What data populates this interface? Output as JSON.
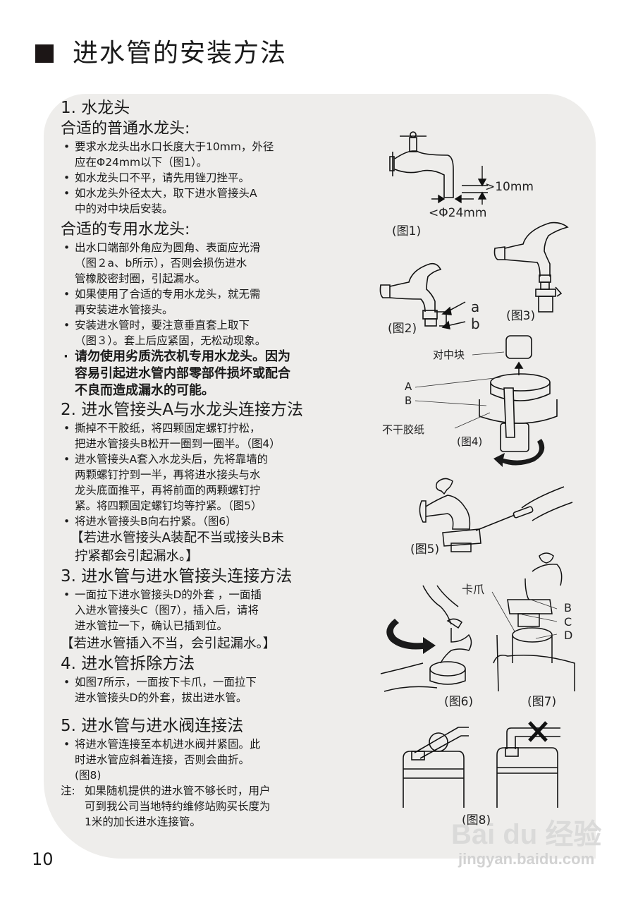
{
  "page": {
    "title": "进水管的安装方法",
    "page_number": "10"
  },
  "section1": {
    "heading": "1. 水龙头",
    "ordinary": {
      "heading": "合适的普通水龙头:",
      "bullets": [
        [
          "要求水龙头出水口长度大于10mm，外径",
          "应在Φ24mm以下（图1）。"
        ],
        [
          "如水龙头口不平，请先用锉刀挫平。"
        ],
        [
          "如水龙头外径太大，取下进水管接头A",
          "中的对中块后安装。"
        ]
      ]
    },
    "special": {
      "heading": "合适的专用水龙头:",
      "bullets": [
        [
          "出水口端部外角应为圆角、表面应光滑",
          "（图２a、b所示），否则会损伤进水",
          "管橡胶密封圈，引起漏水。"
        ],
        [
          "如果使用了合适的专用水龙头，就无需",
          "再安装进水管接头。"
        ],
        [
          "安装进水管时，要注意垂直套上取下",
          "（图３）。套上后应紧固，无松动现象。"
        ]
      ],
      "warning_bold": [
        "请勿使用劣质洗衣机专用水龙头。因为",
        "容易引起进水管内部零部件损坏或配合",
        "不良而造成漏水的可能。"
      ]
    }
  },
  "section2": {
    "heading": "2. 进水管接头A与水龙头连接方法",
    "bullets": [
      [
        "撕掉不干胶纸，将四颗固定螺钉拧松，",
        "把进水管接头B松开一圈到一圈半。（图4）"
      ],
      [
        "进水管接头A套入水龙头后，先将靠墙的",
        "两颗螺钉拧到一半，再将进水接头与水",
        "龙头底面推平，再将前面的两颗螺钉拧",
        "紧。将四颗固定螺钉均等拧紧。（图5）"
      ],
      [
        "将进水管接头B向右拧紧。（图6）"
      ]
    ],
    "warning": [
      "【若进水管接头A装配不当或接头B未",
      "拧紧都会引起漏水。】"
    ]
  },
  "section3": {
    "heading": "3. 进水管与进水管接头连接方法",
    "bullets": [
      [
        "一面拉下进水管接头D的外套 ，一面插",
        "入进水管接头C（图7），插入后，请将",
        "进水管拉一下，确认已插到位。"
      ]
    ],
    "warning": "【若进水管插入不当，会引起漏水。】"
  },
  "section4": {
    "heading": "4. 进水管拆除方法",
    "bullets": [
      [
        "如图7所示，一面按下卡爪，一面拉下",
        "进水管接头D的外套，拔出进水管。"
      ]
    ]
  },
  "section5": {
    "heading": "5. 进水管与进水阀连接法",
    "bullets": [
      [
        "将进水管连接至本机进水阀并紧固。此",
        "时进水管应斜着连接，否则会曲折。",
        "(图8)"
      ]
    ],
    "note_label": "注:",
    "note": [
      "如果随机提供的进水管不够长时，用户",
      "可到我公司当地特约维修站购买长度为",
      "1米的加长进水连接管。"
    ]
  },
  "figures": {
    "fig1": {
      "caption": "(图1)",
      "dim_length": ">10mm",
      "dim_diameter": "<Φ24mm"
    },
    "fig2": {
      "caption": "(图2)",
      "label_a": "a",
      "label_b": "b"
    },
    "fig3": {
      "caption": "(图3)"
    },
    "fig4": {
      "caption": "(图4)",
      "label_centering_block": "对中块",
      "label_A": "A",
      "label_B": "B",
      "label_tape": "不干胶纸"
    },
    "fig5": {
      "caption": "(图5)"
    },
    "fig6": {
      "caption": "(图6)"
    },
    "fig7": {
      "caption": "(图7)",
      "label_claw": "卡爪",
      "label_B": "B",
      "label_C": "C",
      "label_D": "D"
    },
    "fig8": {
      "caption": "(图8)"
    }
  },
  "watermark": {
    "brand": "Bai du 经验",
    "url": "jingyan.baidu.com"
  }
}
